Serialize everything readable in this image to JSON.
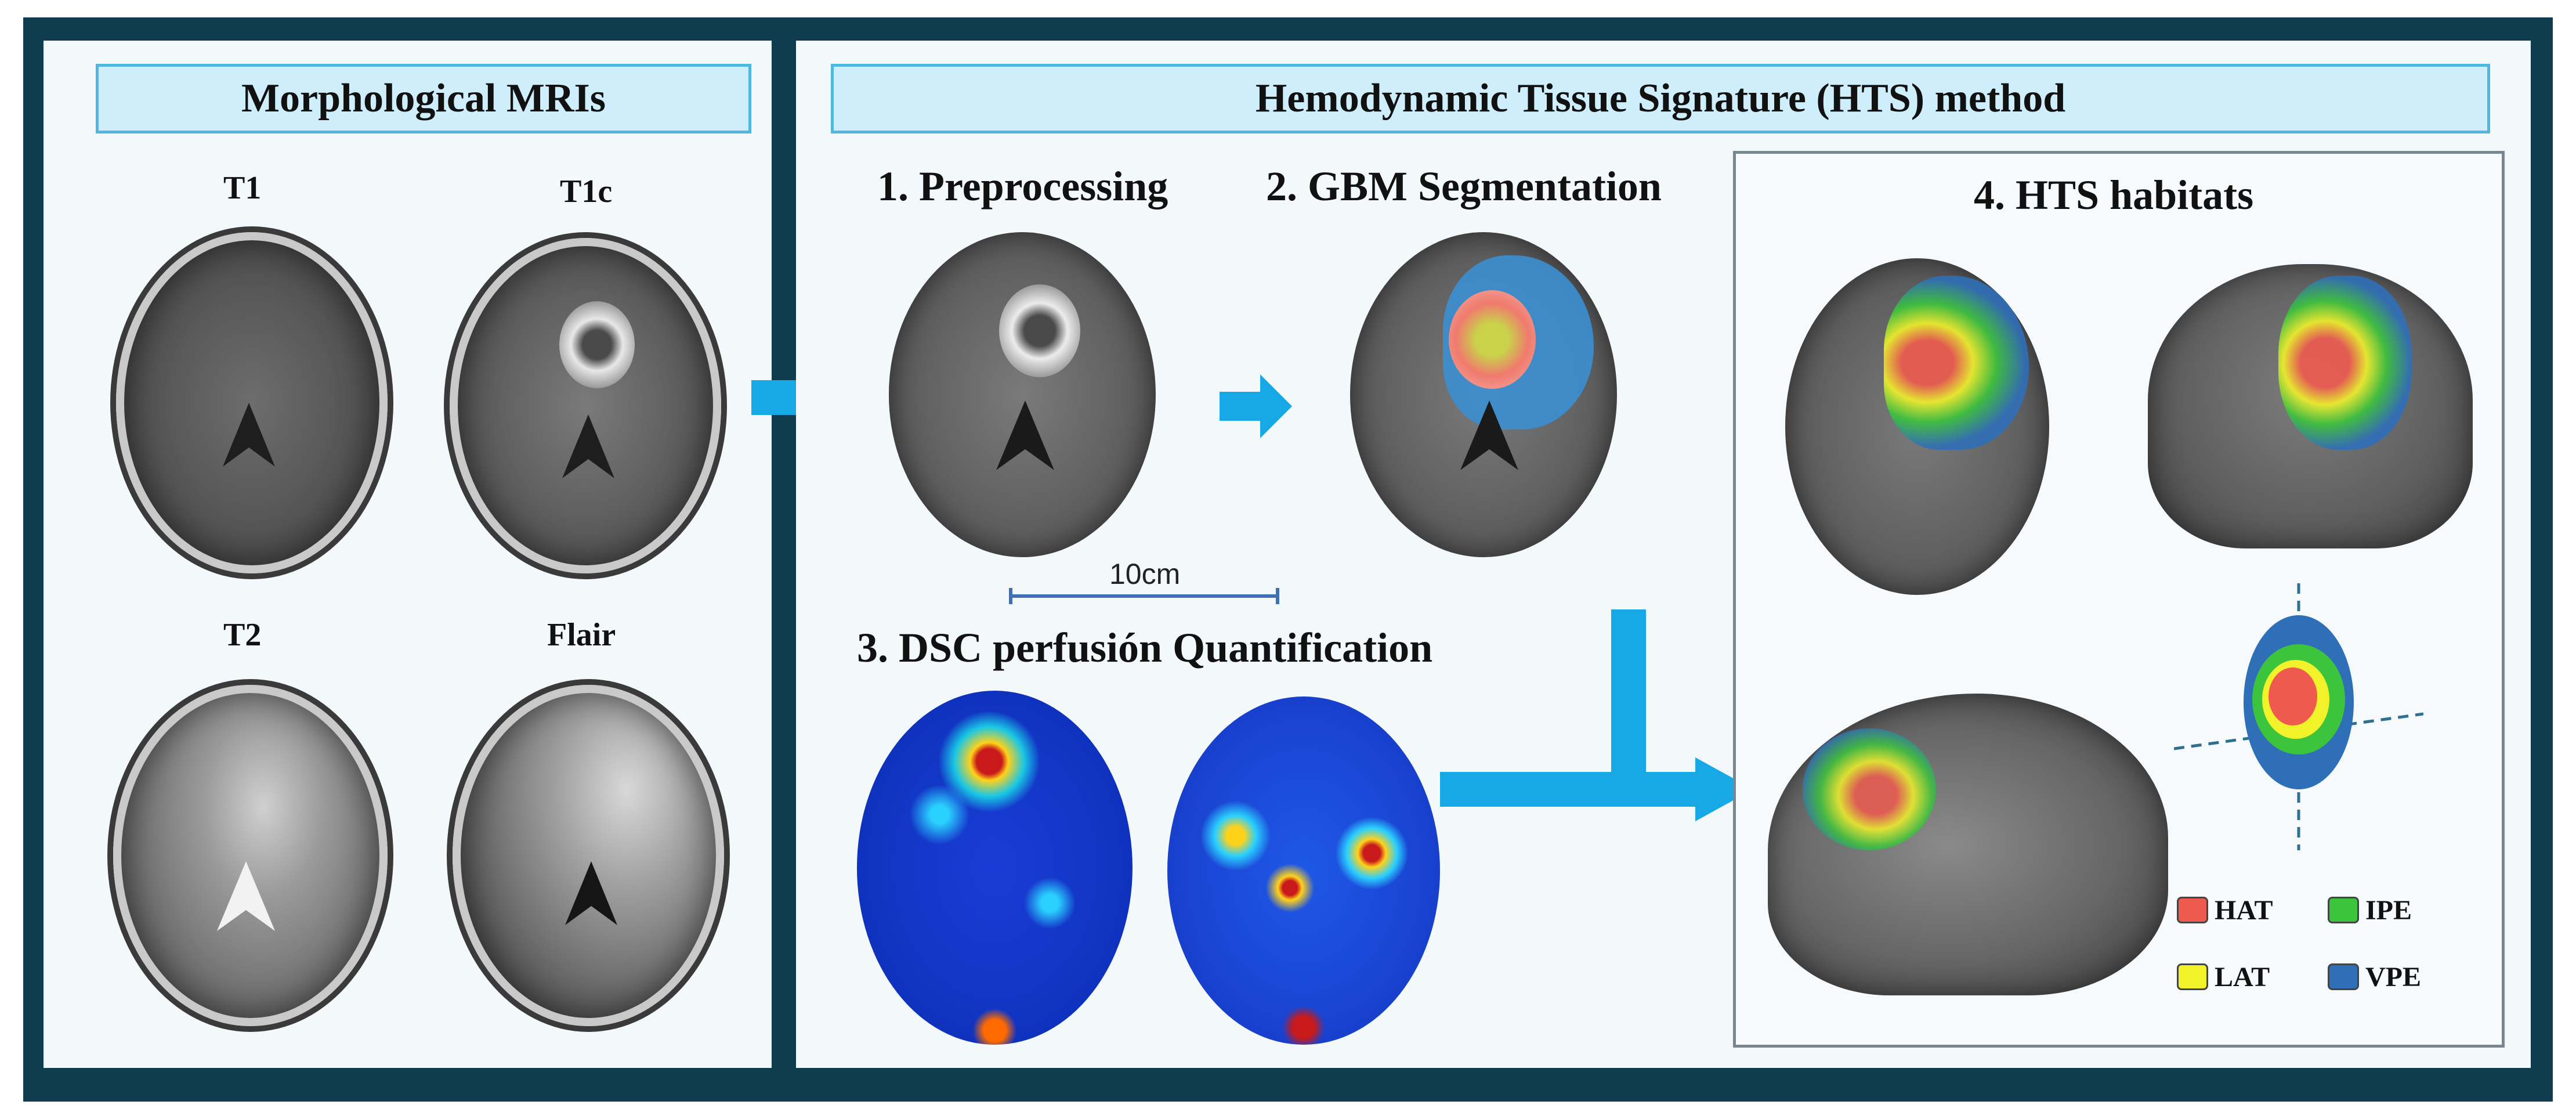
{
  "morphological": {
    "title": "Morphological MRIs",
    "sequences": [
      "T1",
      "T1c",
      "T2",
      "Flair"
    ]
  },
  "hts": {
    "title": "Hemodynamic Tissue Signature (HTS) method",
    "steps": {
      "preprocessing": "1. Preprocessing",
      "segmentation": "2. GBM Segmentation",
      "dsc": "3. DSC perfusión Quantification",
      "habitats": "4. HTS habitats"
    },
    "scale_label": "10cm"
  },
  "legend": [
    {
      "label": "HAT",
      "color": "#ef5a4e"
    },
    {
      "label": "IPE",
      "color": "#3cc43c"
    },
    {
      "label": "LAT",
      "color": "#f2f22a"
    },
    {
      "label": "VPE",
      "color": "#2f6fb8"
    }
  ],
  "colors": {
    "frame": "#0f3d4f",
    "header_fill": "#cdeefa",
    "header_border": "#4fb7e0",
    "arrow": "#17a8e6"
  }
}
